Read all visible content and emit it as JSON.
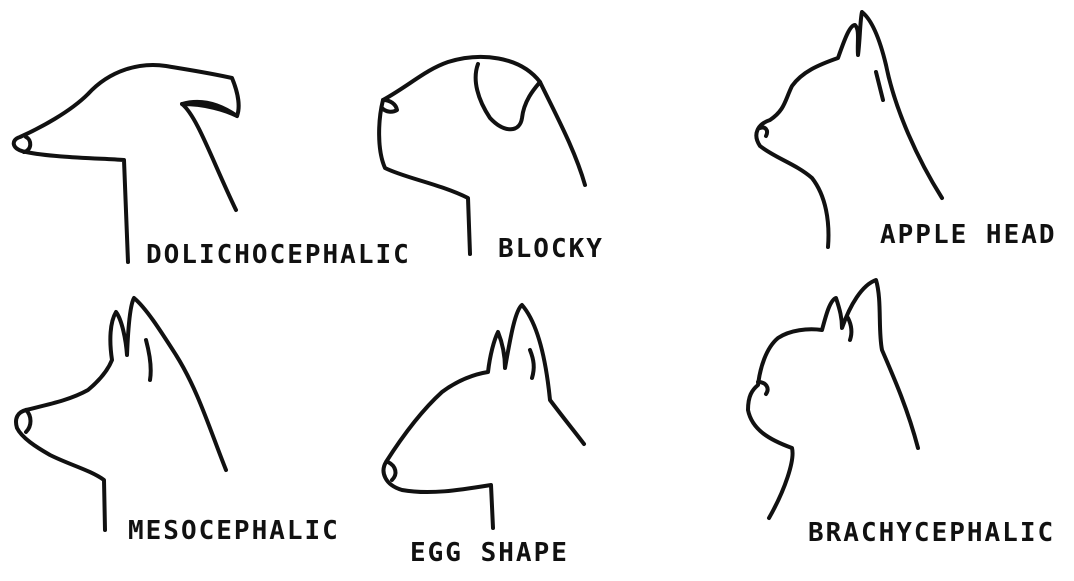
{
  "labels": {
    "dolichocephalic": "DOLICHOCEPHALIC",
    "blocky": "BLOCKY",
    "apple_head": "APPLE HEAD",
    "mesocephalic": "MESOCEPHALIC",
    "egg_shape": "EGG SHAPE",
    "brachycephalic": "BRACHYCEPHALIC"
  },
  "colors": {
    "ink": "#111111",
    "background": "#ffffff"
  }
}
